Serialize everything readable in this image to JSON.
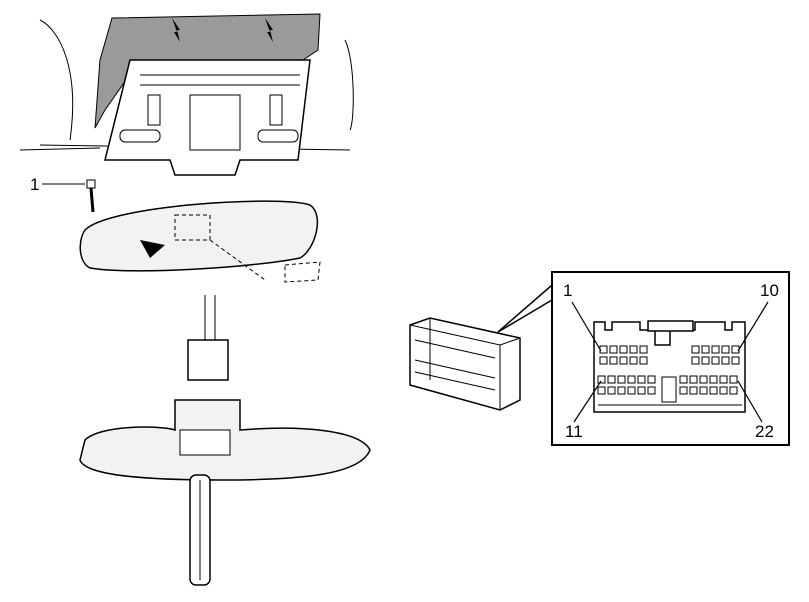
{
  "callouts": {
    "screw_label": "1",
    "pin_first_top": "1",
    "pin_last_top": "10",
    "pin_first_bottom": "11",
    "pin_last_bottom": "22"
  },
  "connector_layout": {
    "top_left_cols": 5,
    "top_right_cols": 5,
    "bottom_left_cols": 6,
    "bottom_right_cols": 6,
    "rows_per_group": 2
  },
  "colors": {
    "line": "#000000",
    "trim_fill": "#9a9a9a",
    "mirror_fill": "#f2f2f2"
  }
}
